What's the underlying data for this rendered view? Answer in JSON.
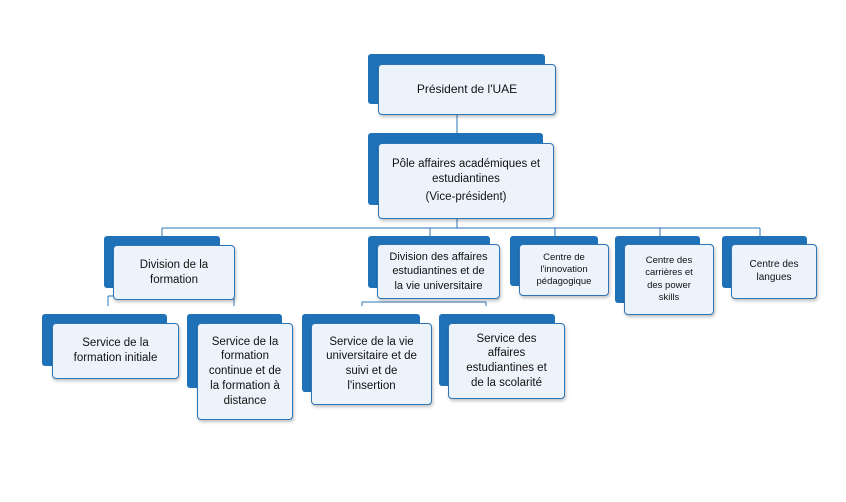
{
  "nodes": {
    "president": {
      "lines": [
        "Président de l'UAE"
      ]
    },
    "pole": {
      "lines": [
        "Pôle affaires académiques et",
        "estudiantines",
        "(Vice-président)"
      ]
    },
    "div_formation": {
      "lines": [
        "Division de la",
        "formation"
      ]
    },
    "div_affaires": {
      "lines": [
        "Division des affaires",
        "estudiantines et de",
        "la vie universitaire"
      ]
    },
    "centre_innovation": {
      "lines": [
        "Centre de",
        "l'innovation",
        "pédagogique"
      ]
    },
    "centre_carrieres": {
      "lines": [
        "Centre des",
        "carrières et",
        "des power",
        "skills"
      ]
    },
    "centre_langues": {
      "lines": [
        "Centre des",
        "langues"
      ]
    },
    "svc_initiale": {
      "lines": [
        "Service de la",
        "formation initiale"
      ]
    },
    "svc_continue": {
      "lines": [
        "Service de la",
        "formation",
        "continue et de",
        "la formation à",
        "distance"
      ]
    },
    "svc_vie": {
      "lines": [
        "Service de la vie",
        "universitaire et de",
        "suivi et de",
        "l'insertion"
      ]
    },
    "svc_scolarite": {
      "lines": [
        "Service des",
        "affaires",
        "estudiantines  et",
        "de la scolarité"
      ]
    }
  },
  "colors": {
    "accent": "#1f72b8",
    "box_fill": "#edf3fa",
    "border": "#2e75b6",
    "connector": "#2e75b6"
  }
}
